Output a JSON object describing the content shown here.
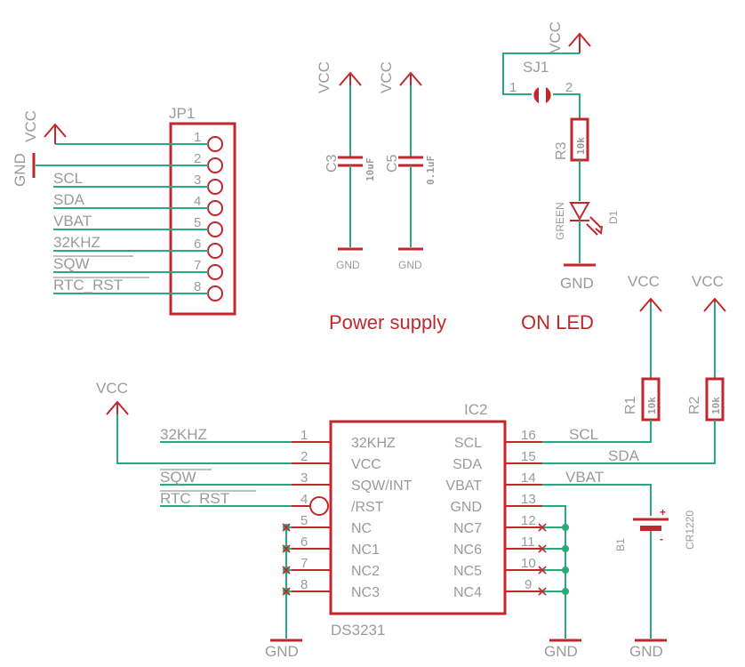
{
  "colors": {
    "wire": "#2aaa7a",
    "part": "#c2272d",
    "text": "#9a9a9a",
    "background": "#ffffff"
  },
  "connector": {
    "name": "JP1",
    "pins": [
      "1",
      "2",
      "3",
      "4",
      "5",
      "6",
      "7",
      "8"
    ],
    "nets": [
      "SCL",
      "SDA",
      "VBAT",
      "32KHZ",
      "SQW",
      "RTC_RST"
    ],
    "vcc": "VCC",
    "gnd": "GND"
  },
  "power": {
    "title": "Power supply",
    "vcc1": "VCC",
    "vcc2": "VCC",
    "c3_name": "C3",
    "c3_value": "10uF",
    "c5_name": "C5",
    "c5_value": "0.1uF",
    "gnd1": "GND",
    "gnd2": "GND"
  },
  "led": {
    "title": "ON LED",
    "vcc": "VCC",
    "jumper": "SJ1",
    "jumper_pin1": "1",
    "jumper_pin2": "2",
    "resistor": "R3",
    "resistor_value": "10k",
    "diode": "D1",
    "diode_color": "GREEN",
    "gnd": "GND"
  },
  "pullups": {
    "vcc1": "VCC",
    "vcc2": "VCC",
    "r1": "R1",
    "r1_value": "10k",
    "r2": "R2",
    "r2_value": "10k"
  },
  "ic": {
    "name": "IC2",
    "part": "DS3231",
    "left_nums": [
      "1",
      "2",
      "3",
      "4",
      "5",
      "6",
      "7",
      "8"
    ],
    "left_pins": [
      "32KHZ",
      "VCC",
      "SQW/INT",
      "/RST",
      "NC",
      "NC1",
      "NC2",
      "NC3"
    ],
    "right_nums": [
      "16",
      "15",
      "14",
      "13",
      "12",
      "11",
      "10",
      "9"
    ],
    "right_pins": [
      "SCL",
      "SDA",
      "VBAT",
      "GND",
      "NC7",
      "NC6",
      "NC5",
      "NC4"
    ],
    "net_32khz": "32KHZ",
    "net_sqw": "SQW",
    "net_rst": "RTC_RST",
    "net_scl": "SCL",
    "net_sda": "SDA",
    "net_vbat": "VBAT",
    "vcc": "VCC",
    "gnd_left": "GND",
    "gnd_mid": "GND"
  },
  "battery": {
    "name": "B1",
    "type": "CR1220",
    "plus": "+",
    "minus": "-",
    "gnd": "GND"
  }
}
